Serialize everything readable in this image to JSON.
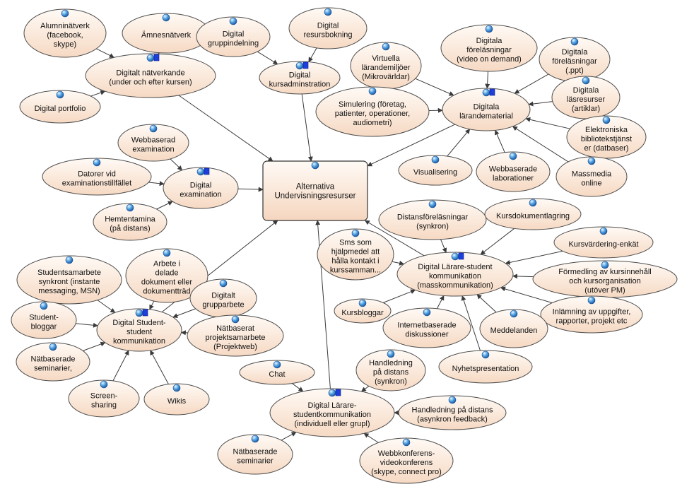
{
  "diagram": {
    "central": {
      "id": "center",
      "lines": [
        "Alternativa",
        "Undervisningsresurser"
      ]
    },
    "nodes": [
      {
        "id": "alumni",
        "lines": [
          "Alumninätverk",
          "(facebook,",
          "skype)"
        ]
      },
      {
        "id": "amnes",
        "lines": [
          "Ämnesnätverk"
        ]
      },
      {
        "id": "natverk",
        "lines": [
          "Digitalt nätverkande",
          "(under och efter kursen)"
        ]
      },
      {
        "id": "portfolio",
        "lines": [
          "Digital portfolio"
        ]
      },
      {
        "id": "gruppind",
        "lines": [
          "Digital",
          "gruppindelning"
        ]
      },
      {
        "id": "resurs",
        "lines": [
          "Digital",
          "resursbokning"
        ]
      },
      {
        "id": "kursadm",
        "lines": [
          "Digital",
          "kursadminstration"
        ]
      },
      {
        "id": "virtuella",
        "lines": [
          "Virtuella",
          "lärandemiljöer",
          "(Mikrovärldar)"
        ]
      },
      {
        "id": "forelvideo",
        "lines": [
          "Digitala",
          "föreläsningar",
          "(video on demand)"
        ]
      },
      {
        "id": "forelppt",
        "lines": [
          "Digitala",
          "föreläsningar",
          "(.ppt)"
        ]
      },
      {
        "id": "simulering",
        "lines": [
          "Simulering (företag,",
          "patienter, operationer,",
          "audiometri)"
        ]
      },
      {
        "id": "larandemat",
        "lines": [
          "Digitala",
          "lärandematerial"
        ]
      },
      {
        "id": "lasresurser",
        "lines": [
          "Digitala",
          "läsresurser",
          "(artiklar)"
        ]
      },
      {
        "id": "bibliotek",
        "lines": [
          "Elektroniska",
          "bibliotekstjänst",
          "er (datbaser)"
        ]
      },
      {
        "id": "visual",
        "lines": [
          "Visualisering"
        ]
      },
      {
        "id": "webblab",
        "lines": [
          "Webbaserade",
          "laborationer"
        ]
      },
      {
        "id": "massmedia",
        "lines": [
          "Massmedia",
          "online"
        ]
      },
      {
        "id": "webbexam",
        "lines": [
          "Webbaserad",
          "examination"
        ]
      },
      {
        "id": "datorer",
        "lines": [
          "Datorer vid",
          "examinationstillfället"
        ]
      },
      {
        "id": "digexam",
        "lines": [
          "Digital",
          "examination"
        ]
      },
      {
        "id": "hemtentamina",
        "lines": [
          "Hemtentamina",
          "(på distans)"
        ]
      },
      {
        "id": "distansforel",
        "lines": [
          "Distansföreläsningar",
          "(synkron)"
        ]
      },
      {
        "id": "kursdok",
        "lines": [
          "Kursdokumentlagring"
        ]
      },
      {
        "id": "sms",
        "lines": [
          "Sms som",
          "hjälpmedel att",
          "hålla kontakt i",
          "kurssamman..."
        ]
      },
      {
        "id": "kursvard",
        "lines": [
          "Kursvärdering-enkät"
        ]
      },
      {
        "id": "larstudmass",
        "lines": [
          "Digital Lärare-student",
          "kommunikation",
          "(masskommunikation)"
        ]
      },
      {
        "id": "formedling",
        "lines": [
          "Förmedling av kursinnehåll",
          "och kursorganisation",
          "(utöver PM)"
        ]
      },
      {
        "id": "inlamning",
        "lines": [
          "Inlämning av uppgifter,",
          "rapporter, projekt etc"
        ]
      },
      {
        "id": "kursbloggar",
        "lines": [
          "Kursbloggar"
        ]
      },
      {
        "id": "internetdisk",
        "lines": [
          "Internetbaserade",
          "diskussioner"
        ]
      },
      {
        "id": "meddelanden",
        "lines": [
          "Meddelanden"
        ]
      },
      {
        "id": "nyhets",
        "lines": [
          "Nyhetspresentation"
        ]
      },
      {
        "id": "studsamarb",
        "lines": [
          "Studentsamarbete",
          "synkront (instante",
          "messaging, MSN)"
        ]
      },
      {
        "id": "arbete",
        "lines": [
          "Arbete i",
          "delade",
          "dokument eller",
          "dokumentträd"
        ]
      },
      {
        "id": "grupparb",
        "lines": [
          "Digitalt",
          "grupparbete"
        ]
      },
      {
        "id": "studbloggar",
        "lines": [
          "Student-",
          "bloggar"
        ]
      },
      {
        "id": "studstud",
        "lines": [
          "Digital Student-",
          "student",
          "kommunikation"
        ]
      },
      {
        "id": "projektweb",
        "lines": [
          "Nätbaserat",
          "projektsamarbete",
          "(Projektweb)"
        ]
      },
      {
        "id": "natsem1",
        "lines": [
          "Nätbaserade",
          "seminarier,"
        ]
      },
      {
        "id": "screen",
        "lines": [
          "Screen-",
          "sharing"
        ]
      },
      {
        "id": "wikis",
        "lines": [
          "Wikis"
        ]
      },
      {
        "id": "chat",
        "lines": [
          "Chat"
        ]
      },
      {
        "id": "handsynk",
        "lines": [
          "Handledning",
          "på distans",
          "(synkron)"
        ]
      },
      {
        "id": "larstudind",
        "lines": [
          "Digital Lärare-",
          "studentkommunikation",
          "(individuell eller grupl)"
        ]
      },
      {
        "id": "handasynk",
        "lines": [
          "Handledning på distans",
          "(asynkron feedback)"
        ]
      },
      {
        "id": "natsem2",
        "lines": [
          "Nätbaserade",
          "seminarier"
        ]
      },
      {
        "id": "webbkonf",
        "lines": [
          "Webbkonferens-",
          "videokonferens",
          "(skype, connect pro)"
        ]
      }
    ],
    "edges": [
      [
        "alumni",
        "natverk"
      ],
      [
        "amnes",
        "natverk"
      ],
      [
        "portfolio",
        "natverk"
      ],
      [
        "natverk",
        "center"
      ],
      [
        "gruppind",
        "kursadm"
      ],
      [
        "resurs",
        "kursadm"
      ],
      [
        "kursadm",
        "center"
      ],
      [
        "virtuella",
        "larandemat"
      ],
      [
        "forelvideo",
        "larandemat"
      ],
      [
        "forelppt",
        "larandemat"
      ],
      [
        "simulering",
        "larandemat"
      ],
      [
        "lasresurser",
        "larandemat"
      ],
      [
        "bibliotek",
        "larandemat"
      ],
      [
        "visual",
        "larandemat"
      ],
      [
        "webblab",
        "larandemat"
      ],
      [
        "massmedia",
        "larandemat"
      ],
      [
        "larandemat",
        "center"
      ],
      [
        "webbexam",
        "digexam"
      ],
      [
        "datorer",
        "digexam"
      ],
      [
        "hemtentamina",
        "digexam"
      ],
      [
        "digexam",
        "center"
      ],
      [
        "distansforel",
        "larstudmass"
      ],
      [
        "kursdok",
        "larstudmass"
      ],
      [
        "sms",
        "larstudmass"
      ],
      [
        "kursvard",
        "larstudmass"
      ],
      [
        "formedling",
        "larstudmass"
      ],
      [
        "inlamning",
        "larstudmass"
      ],
      [
        "kursbloggar",
        "larstudmass"
      ],
      [
        "internetdisk",
        "larstudmass"
      ],
      [
        "meddelanden",
        "larstudmass"
      ],
      [
        "nyhets",
        "larstudmass"
      ],
      [
        "larstudmass",
        "center"
      ],
      [
        "studsamarb",
        "studstud"
      ],
      [
        "arbete",
        "studstud"
      ],
      [
        "grupparb",
        "studstud"
      ],
      [
        "studbloggar",
        "studstud"
      ],
      [
        "projektweb",
        "studstud"
      ],
      [
        "natsem1",
        "studstud"
      ],
      [
        "screen",
        "studstud"
      ],
      [
        "wikis",
        "studstud"
      ],
      [
        "studstud",
        "center"
      ],
      [
        "chat",
        "larstudind"
      ],
      [
        "handsynk",
        "larstudind"
      ],
      [
        "handasynk",
        "larstudind"
      ],
      [
        "natsem2",
        "larstudind"
      ],
      [
        "webbkonf",
        "larstudind"
      ],
      [
        "larstudind",
        "center"
      ]
    ],
    "topic_nodes": [
      "natverk",
      "kursadm",
      "larandemat",
      "digexam",
      "larstudmass",
      "studstud",
      "larstudind"
    ],
    "colors": {
      "node_fill_top": "#fff7f0",
      "node_fill_bottom": "#f7dcc8",
      "edge": "#3a3a3a",
      "topic_marker": "#1f3fd9"
    }
  }
}
